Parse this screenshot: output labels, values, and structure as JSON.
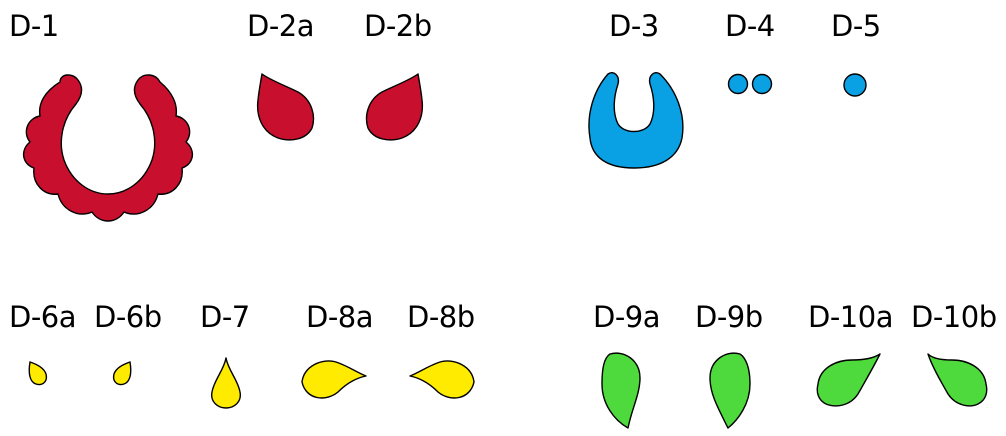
{
  "colors": {
    "red": "#c8102e",
    "blue": "#0aa0e4",
    "yellow": "#ffeb00",
    "green": "#4ed93c",
    "outline": "#000000"
  },
  "pieces": [
    {
      "id": "d1",
      "label": "D-1",
      "color": "red",
      "shape": "scalloped-horseshoe"
    },
    {
      "id": "d2a",
      "label": "D-2a",
      "color": "red",
      "shape": "petal"
    },
    {
      "id": "d2b",
      "label": "D-2b",
      "color": "red",
      "shape": "petal"
    },
    {
      "id": "d3",
      "label": "D-3",
      "color": "blue",
      "shape": "horseshoe"
    },
    {
      "id": "d4",
      "label": "D-4",
      "color": "blue",
      "shape": "two-circles"
    },
    {
      "id": "d5",
      "label": "D-5",
      "color": "blue",
      "shape": "circle"
    },
    {
      "id": "d6a",
      "label": "D-6a",
      "color": "yellow",
      "shape": "small-teardrop"
    },
    {
      "id": "d6b",
      "label": "D-6b",
      "color": "yellow",
      "shape": "small-teardrop"
    },
    {
      "id": "d7",
      "label": "D-7",
      "color": "yellow",
      "shape": "teardrop"
    },
    {
      "id": "d8a",
      "label": "D-8a",
      "color": "yellow",
      "shape": "paisley"
    },
    {
      "id": "d8b",
      "label": "D-8b",
      "color": "yellow",
      "shape": "paisley"
    },
    {
      "id": "d9a",
      "label": "D-9a",
      "color": "green",
      "shape": "leaf"
    },
    {
      "id": "d9b",
      "label": "D-9b",
      "color": "green",
      "shape": "leaf"
    },
    {
      "id": "d10a",
      "label": "D-10a",
      "color": "green",
      "shape": "leaf"
    },
    {
      "id": "d10b",
      "label": "D-10b",
      "color": "green",
      "shape": "leaf"
    }
  ]
}
